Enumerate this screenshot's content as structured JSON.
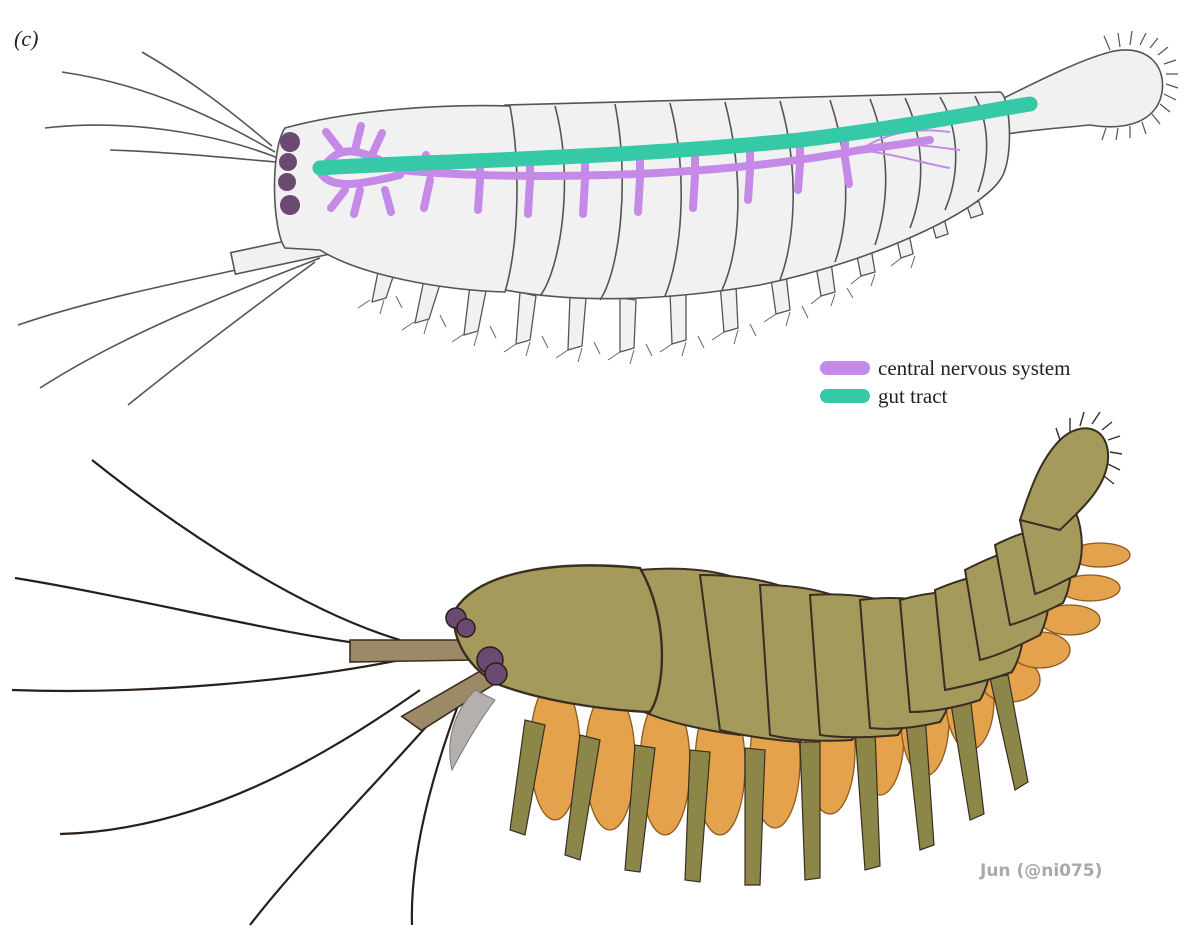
{
  "panel_label": "(c)",
  "legend": [
    {
      "label": "central nervous system",
      "color": "#c58ae8"
    },
    {
      "label": "gut tract",
      "color": "#36c9a8"
    }
  ],
  "credit": "Jun (@ni075)",
  "colors": {
    "body_fill": "#f1f1f1",
    "outline": "#555555",
    "eye": "#6b4a72",
    "carapace": "#a39a5c",
    "carapace_dark": "#7d7440",
    "gill": "#e3a24b",
    "leg": "#8c8648",
    "dark_outline": "#3a2d22"
  }
}
